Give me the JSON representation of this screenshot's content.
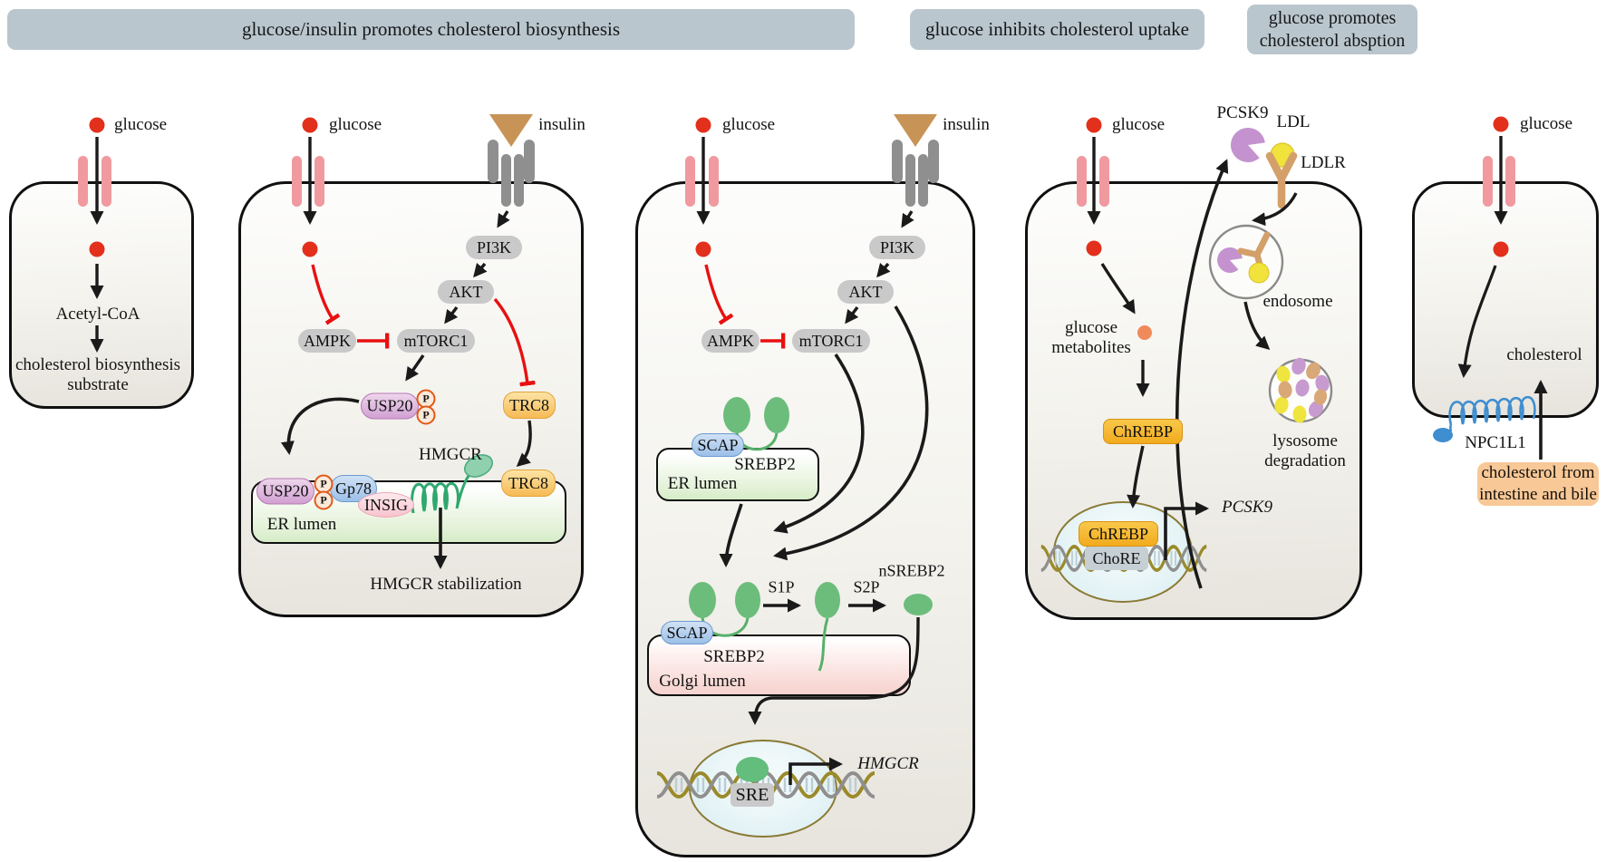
{
  "headers": {
    "biosynthesis": "glucose/insulin promotes cholesterol biosynthesis",
    "uptake": "glucose inhibits cholesterol uptake",
    "absorption_line1": "glucose promotes",
    "absorption_line2": "cholesterol absption"
  },
  "shared": {
    "glucose": "glucose",
    "insulin": "insulin"
  },
  "cell1": {
    "acetyl_coa": "Acetyl-CoA",
    "substrate_line1": "cholesterol biosynthesis",
    "substrate_line2": "substrate"
  },
  "cell2": {
    "pi3k": "PI3K",
    "akt": "AKT",
    "mtorc1": "mTORC1",
    "ampk": "AMPK",
    "usp20": "USP20",
    "phospho": "P",
    "trc8": "TRC8",
    "gp78": "Gp78",
    "insig": "INSIG",
    "hmgcr": "HMGCR",
    "er_lumen": "ER lumen",
    "outcome": "HMGCR stabilization"
  },
  "cell3": {
    "pi3k": "PI3K",
    "akt": "AKT",
    "mtorc1": "mTORC1",
    "ampk": "AMPK",
    "scap": "SCAP",
    "srebp2": "SREBP2",
    "er_lumen": "ER lumen",
    "golgi_lumen": "Golgi lumen",
    "s1p": "S1P",
    "s2p": "S2P",
    "nsrebp2": "nSREBP2",
    "sre": "SRE",
    "hmgcr_gene": "HMGCR"
  },
  "cell4": {
    "metabolites_line1": "glucose",
    "metabolites_line2": "metabolites",
    "chrebp": "ChREBP",
    "chore": "ChoRE",
    "pcsk9_gene": "PCSK9",
    "pcsk9": "PCSK9",
    "ldl": "LDL",
    "ldlr": "LDLR",
    "endosome": "endosome",
    "lysosome_line1": "lysosome",
    "lysosome_line2": "degradation"
  },
  "cell5": {
    "cholesterol": "cholesterol",
    "npc1l1": "NPC1L1",
    "source_line1": "cholesterol from",
    "source_line2": "intestine and bile"
  },
  "colors": {
    "header_bg": "#bac6cd",
    "glucose_red": "#e2301c",
    "inhibition_red": "#e81010",
    "arrow_black": "#1a1a1a",
    "transporter_pink": "#f09aa0",
    "insulin_brown": "#c89356",
    "receptor_gray": "#8f8f8f",
    "srebp2_green": "#6cbd7c",
    "hmgcr_teal": "#2fa86e",
    "pcsk9_purple": "#c493cf",
    "ldl_yellow": "#f2e23c",
    "ldlr_tan": "#d4a06a",
    "metabolite_orange": "#f08a5a",
    "npc1l1_blue": "#3e8ed0",
    "chrebp_gold": "#f2ab1f",
    "source_box_orange": "#f8c897",
    "nucleus_border": "#8a7a35"
  }
}
